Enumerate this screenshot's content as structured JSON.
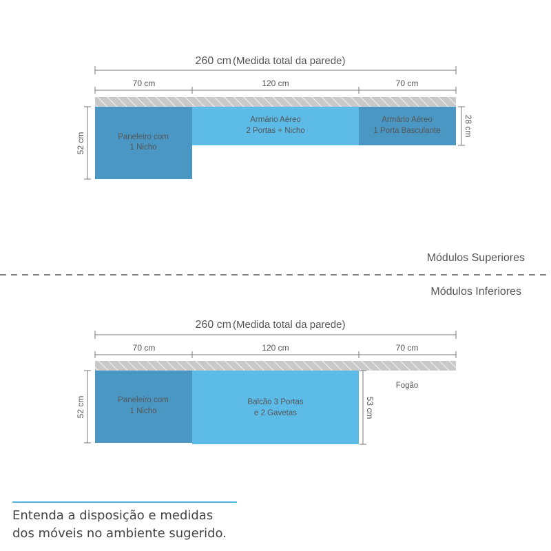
{
  "colors": {
    "dark_blue": "#4b97c4",
    "light_blue": "#5dbbe8",
    "wall_gray": "#c9c9c9",
    "line": "#777777",
    "text": "#555555",
    "muted": "#a7a7a7",
    "accent": "#4fb6e3"
  },
  "upper": {
    "total_value": "260 cm",
    "total_note": "(Medida total da parede)",
    "widths": [
      "70 cm",
      "120 cm",
      "70 cm"
    ],
    "left_height": "52 cm",
    "right_height": "28 cm",
    "mod1": [
      "Paneleiro com",
      "1 Nicho"
    ],
    "mod2": [
      "Armário Aéreo",
      "2 Portas + Nicho"
    ],
    "mod3": [
      "Armário Aéreo",
      "1 Porta Basculante"
    ]
  },
  "divider": {
    "top_label": "Módulos Superiores",
    "bottom_label": "Módulos Inferiores"
  },
  "lower": {
    "total_value": "260 cm",
    "total_note": "(Medida total da parede)",
    "widths": [
      "70 cm",
      "120 cm",
      "70 cm"
    ],
    "left_height": "52 cm",
    "right_height": "53 cm",
    "mod1": [
      "Paneleiro com",
      "1 Nicho"
    ],
    "mod2": [
      "Balcão 3 Portas",
      "e 2 Gavetas"
    ],
    "stove": "Fogão"
  },
  "caption": {
    "line1": "Entenda a disposição e medidas",
    "line2": "dos móveis no ambiente sugerido."
  }
}
